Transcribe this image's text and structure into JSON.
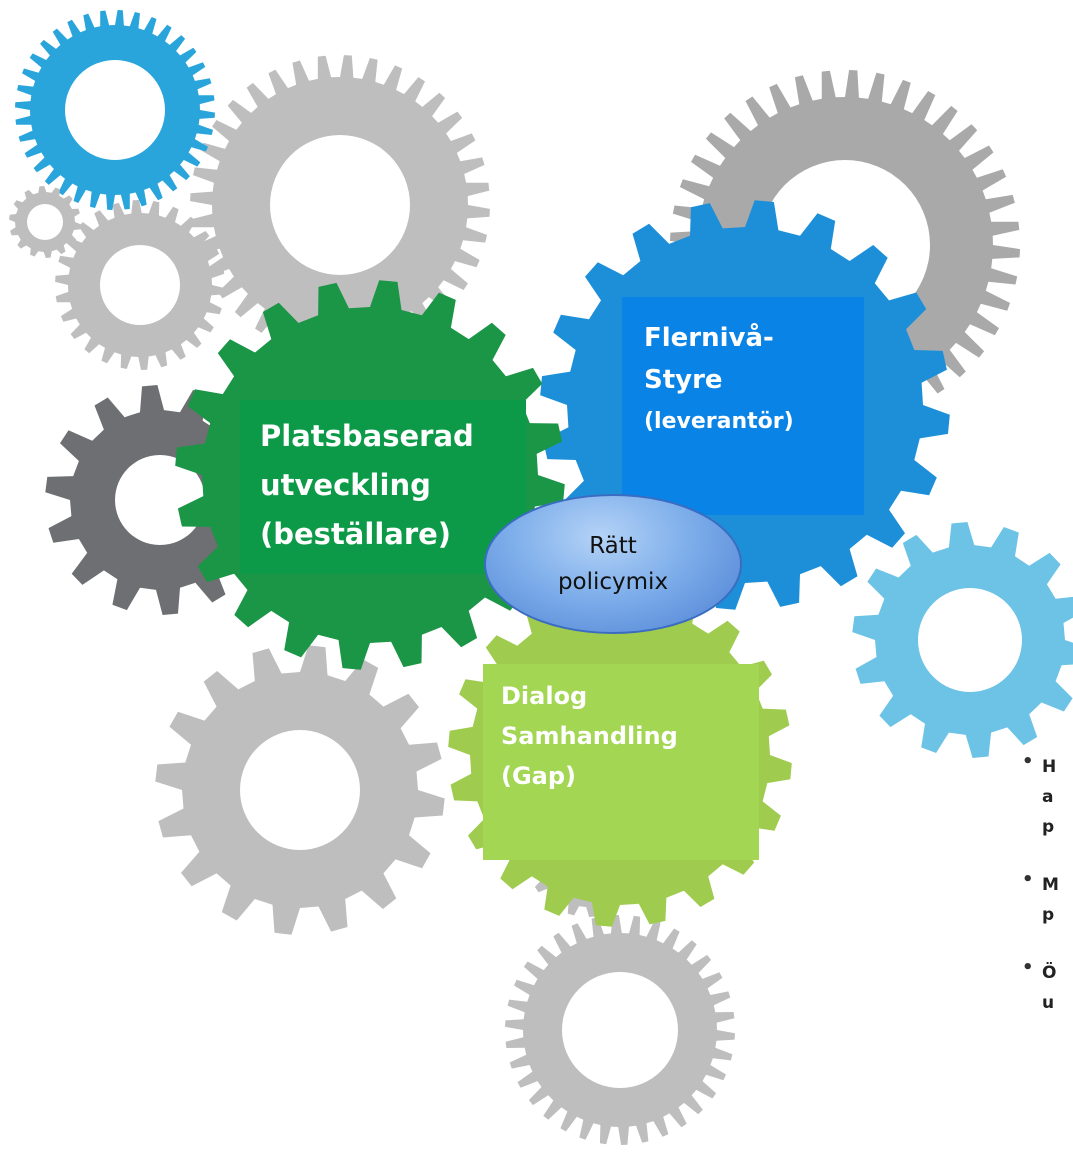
{
  "colors": {
    "blue_gear": "#2aa5dc",
    "light_blue_gear": "#6cc3e6",
    "gray_gear": "#bebebe",
    "dark_gray_gear": "#a9a9a9",
    "charcoal_gear": "#6e6f72",
    "green_gear": "#1b9546",
    "flerniva_gear": "#1d8fd8",
    "dialog_gear": "#9fcb4f",
    "flerniva_box": "#0a83e6",
    "plats_box": "#0c9a48",
    "dialog_box": "#a3d653"
  },
  "boxes": {
    "flerniva": {
      "line1": "Flernivå-",
      "line2": "Styre",
      "line3": "(leverantör)"
    },
    "plats": {
      "line1": "Platsbaserad",
      "line2": "utveckling",
      "line3": "(beställare)"
    },
    "dialog": {
      "line1": "Dialog",
      "line2": "Samhandling",
      "line3": "(Gap)"
    }
  },
  "center": {
    "line1": "Rätt",
    "line2": "policymix"
  },
  "bullets": [
    {
      "lines": [
        "H",
        "a",
        "p"
      ]
    },
    {
      "lines": [
        "M",
        "p"
      ]
    },
    {
      "lines": [
        "Ö",
        "u"
      ]
    }
  ]
}
